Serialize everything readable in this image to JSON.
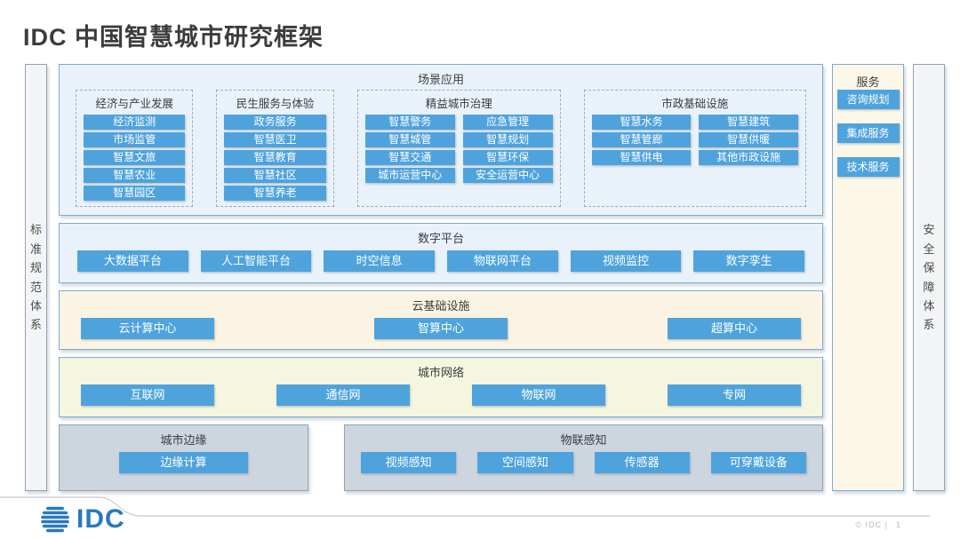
{
  "page": {
    "title": "IDC 中国智慧城市研究框架"
  },
  "pillars": {
    "standards": {
      "label": "标准规范体系"
    },
    "services": {
      "title": "服务",
      "items": [
        "咨询规划",
        "集成服务",
        "技术服务"
      ]
    },
    "security": {
      "label": "安全保障体系"
    }
  },
  "layers": {
    "scenario": {
      "title": "场景应用",
      "groups": [
        {
          "title": "经济与产业发展",
          "items": [
            "经济监测",
            "市场监管",
            "智慧文旅",
            "智慧农业",
            "智慧园区"
          ]
        },
        {
          "title": "民生服务与体验",
          "items": [
            "政务服务",
            "智慧医卫",
            "智慧教育",
            "智慧社区",
            "智慧养老"
          ]
        },
        {
          "title": "精益城市治理",
          "items": [
            "智慧警务",
            "应急管理",
            "智慧城管",
            "智慧规划",
            "智慧交通",
            "智慧环保",
            "城市运营中心",
            "安全运营中心"
          ]
        },
        {
          "title": "市政基础设施",
          "items": [
            "智慧水务",
            "智慧建筑",
            "智慧管廊",
            "智慧供暖",
            "智慧供电",
            "其他市政设施"
          ]
        }
      ]
    },
    "digital_platform": {
      "title": "数字平台",
      "items": [
        "大数据平台",
        "人工智能平台",
        "时空信息",
        "物联网平台",
        "视频监控",
        "数字孪生"
      ]
    },
    "cloud_infrastructure": {
      "title": "云基础设施",
      "items": [
        "云计算中心",
        "智算中心",
        "超算中心"
      ]
    },
    "city_network": {
      "title": "城市网络",
      "items": [
        "互联网",
        "通信网",
        "物联网",
        "专网"
      ]
    },
    "city_edge": {
      "title": "城市边缘",
      "items": [
        "边缘计算"
      ]
    },
    "iot_sensing": {
      "title": "物联感知",
      "items": [
        "视频感知",
        "空间感知",
        "传感器",
        "可穿戴设备"
      ]
    }
  },
  "footer": {
    "logo_text": "IDC",
    "copyright": "© IDC |",
    "page_number": "1"
  },
  "colors": {
    "button_blue": "#4FA3DC",
    "section_blue_bg": "#E9F2FA",
    "cream_bg": "#FCF4E3",
    "services_bg": "#FDF7E8",
    "green_bg": "#F4F6E0",
    "gray_bg": "#CDD5DF",
    "bar_bg": "#F3F4F6",
    "blue_border": "#7CABD3",
    "gray_border": "#93A2B2",
    "dashed_border": "#A3ABB3",
    "logo_blue": "#2979BE",
    "footer_text": "#B9BCC2"
  }
}
